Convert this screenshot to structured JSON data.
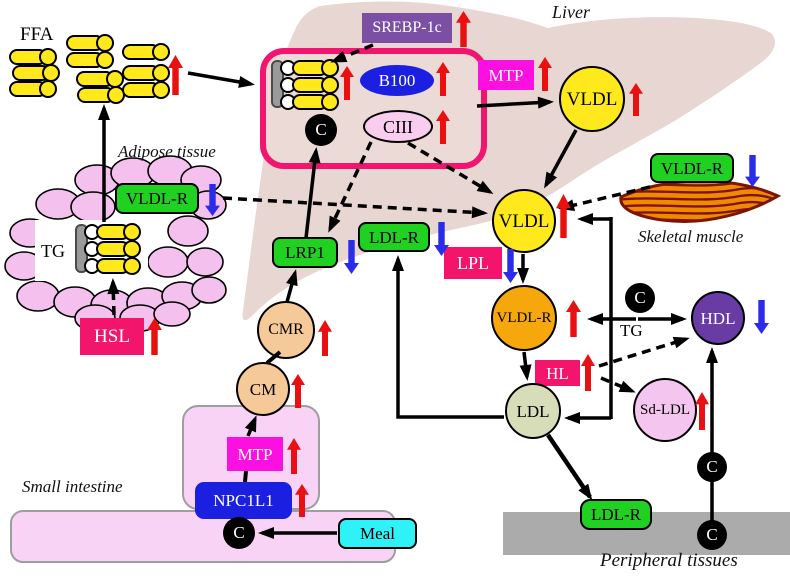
{
  "labels": {
    "liver": "Liver",
    "adipose": "Adipose tissue",
    "skeletal_muscle": "Skeletal muscle",
    "small_intestine": "Small intestine",
    "peripheral_tissues": "Peripheral tissues"
  },
  "nodes": {
    "ffa": "FFA",
    "tg": "TG",
    "hsl": "HSL",
    "vldlr": "VLDL-R",
    "srebp1c": "SREBP-1c",
    "b100": "B100",
    "ciii": "CIII",
    "cholesterol": "C",
    "mtp": "MTP",
    "vldl": "VLDL",
    "lrp1": "LRP1",
    "ldlr": "LDL-R",
    "lpl": "LPL",
    "hl": "HL",
    "hdl": "HDL",
    "ldl": "LDL",
    "sdldl": "Sd-LDL",
    "cmr": "CMR",
    "cm": "CM",
    "npc1l1": "NPC1L1",
    "meal": "Meal",
    "tg_exchange": "TG"
  },
  "colors": {
    "liver_blob": "#e8d6d2",
    "cell_border": "#f0156e",
    "green_box": "#21d121",
    "magenta_box": "#fb0fe1",
    "crimson_box": "#f3156b",
    "purple_box": "#7b4fa3",
    "blue_fill": "#1a1fe0",
    "pink_ellipse": "#f8cdee",
    "yellow": "#ffe91c",
    "orange_circle": "#f6a70b",
    "hdl_purple": "#683ca4",
    "ldl_sage": "#d7ddb9",
    "sdldl_pink": "#f4c5ee",
    "peach": "#f6c998",
    "cyan_box": "#2ef2f8",
    "adipose_pink": "#f4c0ee",
    "intestine_pink": "#f8d3f6",
    "gray_bar": "#ababab",
    "muscle_orange": "#f18a00",
    "muscle_stripe": "#7e1400",
    "up_red": "#e81010",
    "down_blue": "#2b2bea"
  }
}
